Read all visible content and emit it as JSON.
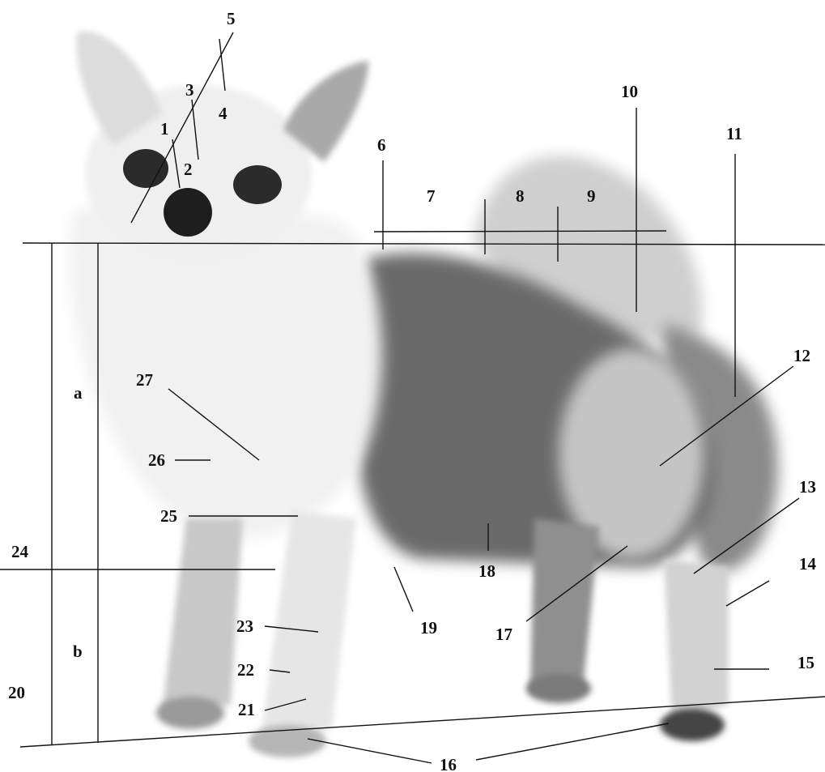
{
  "labels": {
    "l1": "1",
    "l2": "2",
    "l3": "3",
    "l4": "4",
    "l5": "5",
    "l6": "6",
    "l7": "7",
    "l8": "8",
    "l9": "9",
    "l10": "10",
    "l11": "11",
    "l12": "12",
    "l13": "13",
    "l14": "14",
    "l15": "15",
    "l16": "16",
    "l17": "17",
    "l18": "18",
    "l19": "19",
    "l20": "20",
    "l21": "21",
    "l22": "22",
    "l23": "23",
    "l24": "24",
    "l25": "25",
    "l26": "26",
    "l27": "27",
    "la": "a",
    "lb": "b"
  },
  "colors": {
    "background": "#ffffff",
    "line": "#111111",
    "fur_light": "#e9e9e9",
    "fur_mid": "#b9b9b9",
    "fur_dark": "#5c5c5c"
  }
}
